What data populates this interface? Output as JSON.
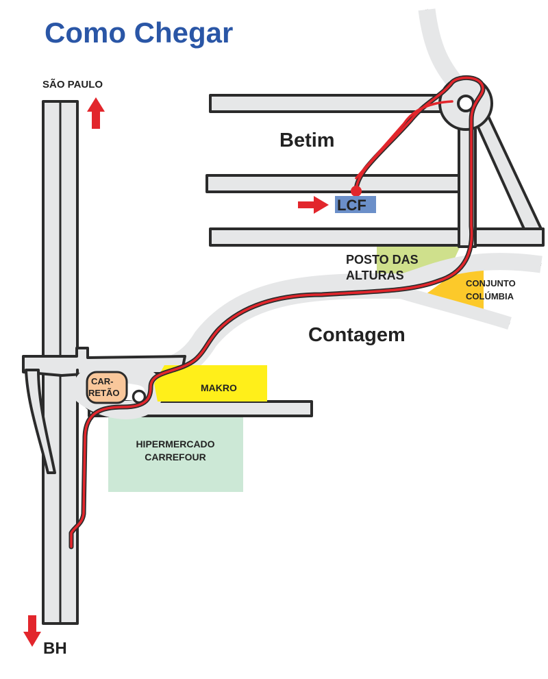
{
  "title": "Como Chegar",
  "labels": {
    "sao_paulo": "SÃO PAULO",
    "bh": "BH",
    "betim": "Betim",
    "lcf": "LCF",
    "posto_l1": "POSTO DAS",
    "posto_l2": "ALTURAS",
    "conjunto_l1": "CONJUNTO",
    "conjunto_l2": "COLÚMBIA",
    "contagem": "Contagem",
    "makro": "MAKRO",
    "carretao_l1": "CAR-",
    "carretao_l2": "RETÃO",
    "carrefour_l1": "HIPERMERCADO",
    "carrefour_l2": "CARREFOUR"
  },
  "colors": {
    "title": "#2a56a6",
    "road": "#e6e7e8",
    "road_outline": "#2b2b2b",
    "route": "#e2262c",
    "arrow": "#e2262c",
    "lcf_highlight": "#6b8fc9",
    "posto_area": "#cfe08c",
    "conjunto_area": "#fcc92a",
    "makro_area": "#ffef1a",
    "carretao_area": "#f9c79b",
    "carrefour_area": "#cce8d6"
  }
}
